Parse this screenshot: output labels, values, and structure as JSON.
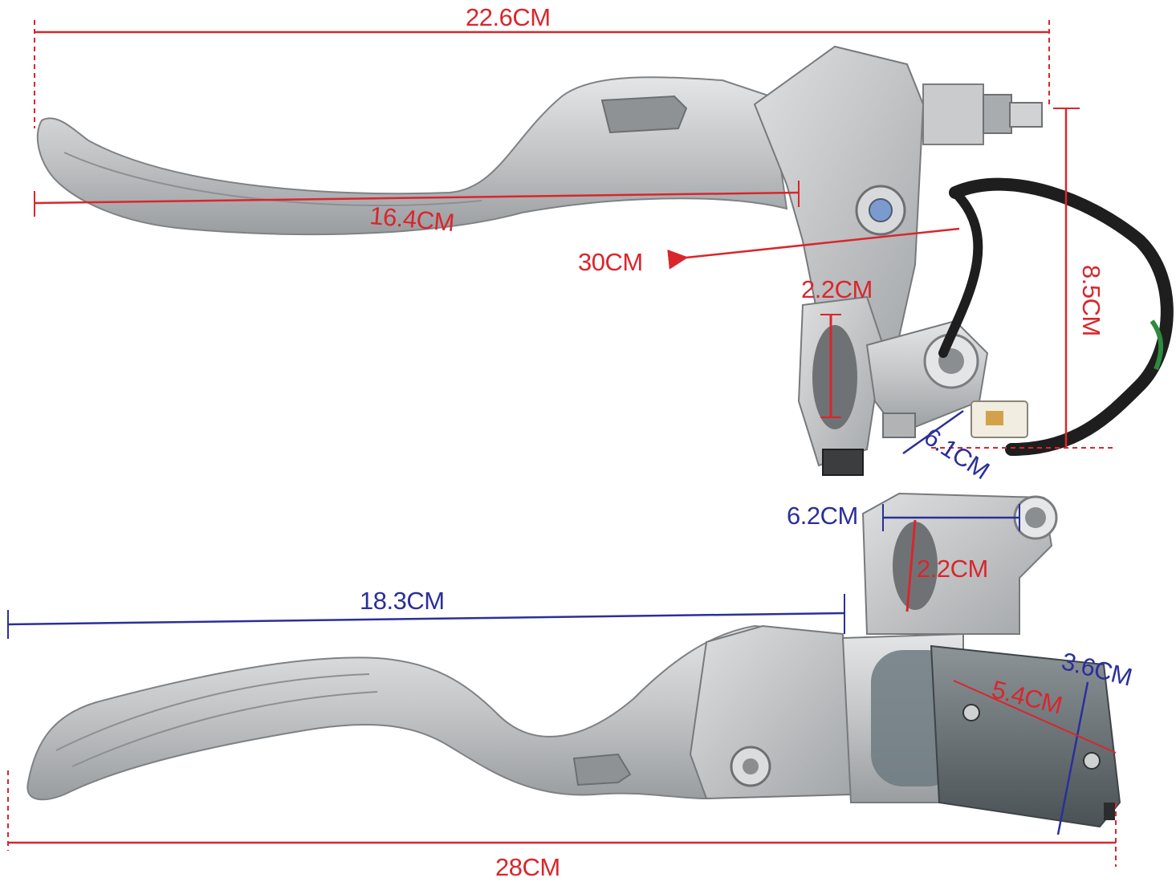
{
  "colors": {
    "red": "#d9262c",
    "blue": "#2b2f9a",
    "metal": "#c4c6c8",
    "metal_dark": "#8a8d90",
    "wire": "#1e1e1e"
  },
  "top_lever": {
    "total_length": "22.6CM",
    "lever_length": "16.4CM",
    "cable_length": "30CM",
    "clamp_diameter": "2.2CM",
    "height": "8.5CM",
    "connector_offset": "6.1CM"
  },
  "bottom_lever": {
    "mount_width": "6.2CM",
    "clamp_diameter": "2.2CM",
    "lever_length": "18.3CM",
    "total_length": "28CM",
    "reservoir_width": "3.6CM",
    "reservoir_length": "5.4CM"
  }
}
